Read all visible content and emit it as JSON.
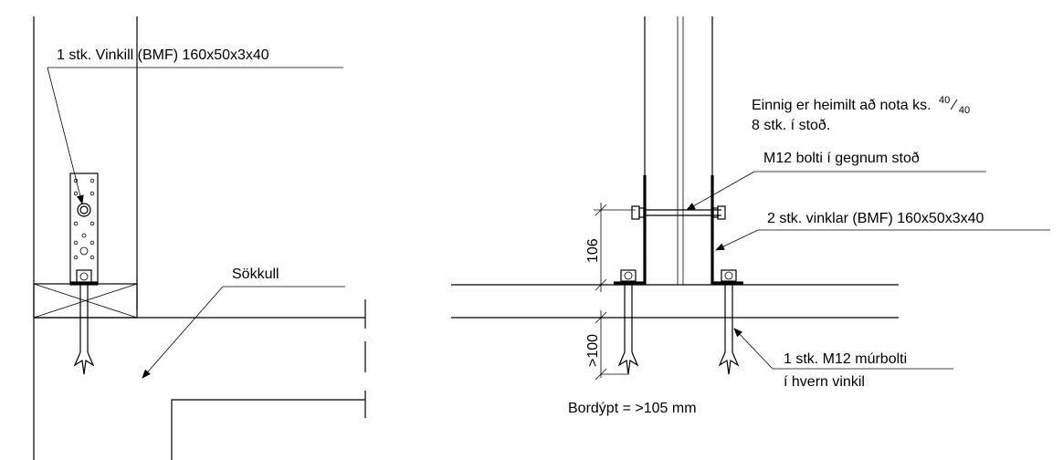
{
  "labels": {
    "vinkill_single": "1 stk. Vinkill (BMF) 160x50x3x40",
    "sokkull": "Sökkull",
    "einnig_line1": "Einnig er heimilt að nota ks.",
    "einnig_sup": "40",
    "einnig_sub": "40",
    "einnig_line2": "8 stk. í stoð.",
    "m12_bolti": "M12 bolti í gegnum stoð",
    "vinklar_two": "2 stk. vinklar (BMF) 160x50x3x40",
    "murbolti_line1": "1 stk. M12 múrbolti",
    "murbolti_line2": "í hvern vinkil",
    "bordypt": "Bordýpt = >105 mm"
  },
  "dimensions": {
    "dim_106": "106",
    "dim_100": ">100"
  }
}
